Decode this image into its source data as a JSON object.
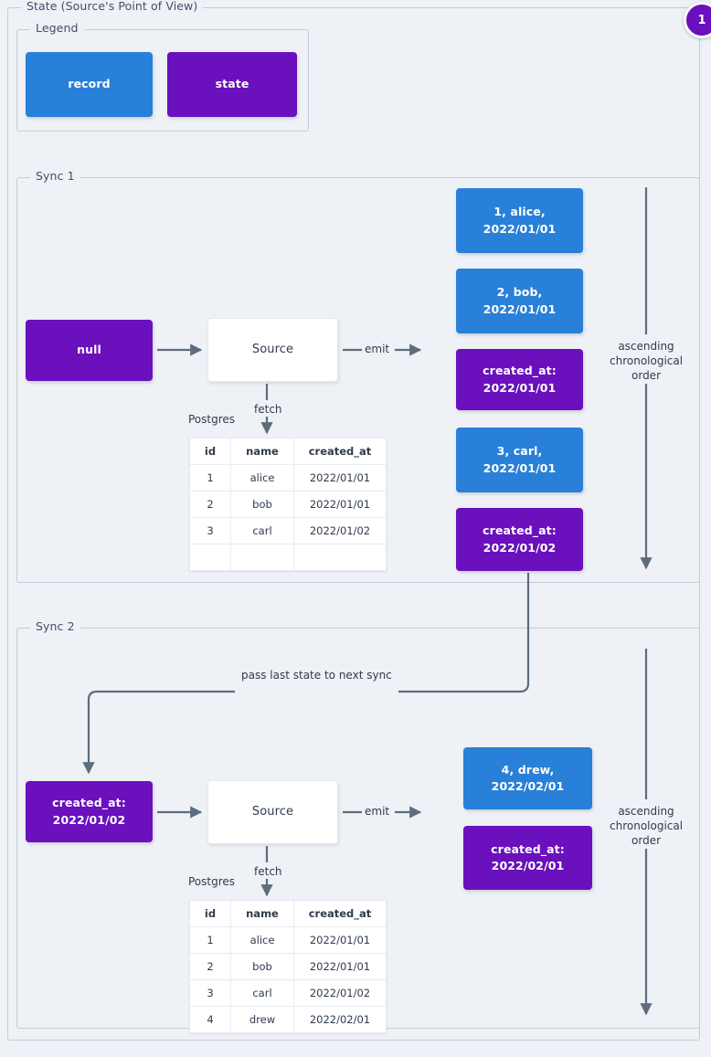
{
  "page": {
    "title": "State (Source's Point of View)",
    "badge": "1",
    "colors": {
      "record": "#2980d8",
      "state": "#6a10bd",
      "background": "#eef1f5",
      "border": "#c3ccd8",
      "connector": "#5d6d7e",
      "text": "#2f3b4c"
    }
  },
  "legend": {
    "label": "Legend",
    "items": [
      {
        "label": "record",
        "kind": "record"
      },
      {
        "label": "state",
        "kind": "state"
      }
    ]
  },
  "sync1": {
    "label": "Sync 1",
    "input_state": "null",
    "source_label": "Source",
    "fetch_label": "fetch",
    "emit_label": "emit",
    "db_label": "Postgres",
    "order_note": "ascending chronological order",
    "table": {
      "columns": [
        "id",
        "name",
        "created_at"
      ],
      "rows": [
        [
          "1",
          "alice",
          "2022/01/01"
        ],
        [
          "2",
          "bob",
          "2022/01/01"
        ],
        [
          "3",
          "carl",
          "2022/01/02"
        ],
        [
          "",
          "",
          ""
        ]
      ]
    },
    "emitted": [
      {
        "kind": "record",
        "line1": "1, alice, 2022/01/01",
        "line2": ""
      },
      {
        "kind": "record",
        "line1": "2, bob, 2022/01/01",
        "line2": ""
      },
      {
        "kind": "state",
        "line1": "created_at:",
        "line2": "2022/01/01"
      },
      {
        "kind": "record",
        "line1": "3, carl, 2022/01/01",
        "line2": ""
      },
      {
        "kind": "state",
        "line1": "created_at:",
        "line2": "2022/01/02"
      }
    ]
  },
  "sync2": {
    "label": "Sync 2",
    "input_state_line1": "created_at:",
    "input_state_line2": "2022/01/02",
    "source_label": "Source",
    "fetch_label": "fetch",
    "emit_label": "emit",
    "db_label": "Postgres",
    "order_note": "ascending chronological order",
    "pass_state_label": "pass last state to next sync",
    "table": {
      "columns": [
        "id",
        "name",
        "created_at"
      ],
      "rows": [
        [
          "1",
          "alice",
          "2022/01/01"
        ],
        [
          "2",
          "bob",
          "2022/01/01"
        ],
        [
          "3",
          "carl",
          "2022/01/02"
        ],
        [
          "4",
          "drew",
          "2022/02/01"
        ]
      ]
    },
    "emitted": [
      {
        "kind": "record",
        "line1": "4, drew, 2022/02/01",
        "line2": ""
      },
      {
        "kind": "state",
        "line1": "created_at:",
        "line2": "2022/02/01"
      }
    ]
  }
}
